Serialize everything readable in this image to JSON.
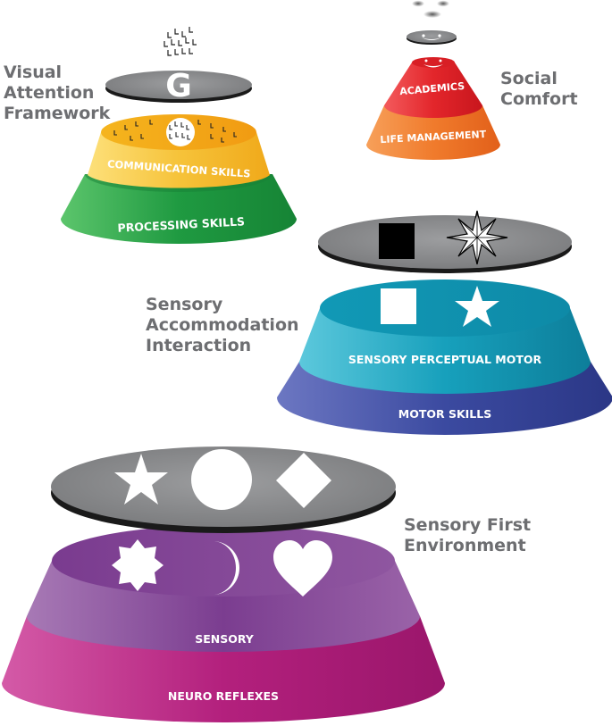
{
  "side_labels": {
    "visual_attention": [
      "Visual",
      "Attention",
      "Framework"
    ],
    "social_comfort": [
      "Social",
      "Comfort"
    ],
    "sensory_accommodation": [
      "Sensory",
      "Accommodation",
      "Interaction"
    ],
    "sensory_first": [
      "Sensory First",
      "Environment"
    ]
  },
  "tiers": {
    "academics": "ACADEMICS",
    "life_management": "LIFE MANAGEMENT",
    "communication_skills": "COMMUNICATION SKILLS",
    "processing_skills": "PROCESSING SKILLS",
    "sensory_perceptual_motor": "SENSORY PERCEPTUAL MOTOR",
    "motor_skills": "MOTOR SKILLS",
    "sensory": "SENSORY",
    "neuro_reflexes": "NEURO REFLEXES"
  },
  "disc_letter": "G",
  "colors": {
    "gray_disc": "#8a8b8d",
    "green": "#2ea24a",
    "yellow": "#f6b21c",
    "orange": "#f07b2c",
    "red": "#e3262b",
    "teal": "#1aa3be",
    "navy": "#3b4aa0",
    "purple": "#8a4b9c",
    "magenta": "#b3207d"
  },
  "icons": [
    "letter-cluster-icon",
    "letter-g-icon",
    "face-icon",
    "square-icon",
    "compass-star-icon",
    "star-icon",
    "circle-icon",
    "diamond-icon",
    "octagram-icon",
    "crescent-icon",
    "heart-icon"
  ]
}
